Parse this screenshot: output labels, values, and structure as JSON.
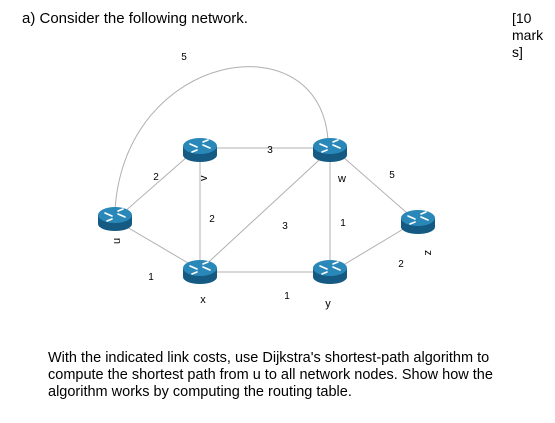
{
  "question": {
    "title": "a)  Consider the following network.",
    "marks": [
      "[10",
      "mark",
      "s]"
    ]
  },
  "network": {
    "nodes": [
      {
        "id": "u",
        "label": "u"
      },
      {
        "id": "v",
        "label": "v"
      },
      {
        "id": "w",
        "label": "w"
      },
      {
        "id": "x",
        "label": "x"
      },
      {
        "id": "y",
        "label": "y"
      },
      {
        "id": "z",
        "label": "z"
      }
    ],
    "links": [
      {
        "from": "u",
        "to": "w",
        "cost": "5"
      },
      {
        "from": "u",
        "to": "v",
        "cost": "2"
      },
      {
        "from": "u",
        "to": "x",
        "cost": "1"
      },
      {
        "from": "v",
        "to": "w",
        "cost": "3"
      },
      {
        "from": "v",
        "to": "x",
        "cost": "2"
      },
      {
        "from": "x",
        "to": "w",
        "cost": "3"
      },
      {
        "from": "w",
        "to": "y",
        "cost": "1"
      },
      {
        "from": "w",
        "to": "z",
        "cost": "5"
      },
      {
        "from": "x",
        "to": "y",
        "cost": "1"
      },
      {
        "from": "y",
        "to": "z",
        "cost": "2"
      }
    ],
    "router_color": "#1a6b96"
  },
  "instructions": "With the indicated link costs, use Dijkstra's shortest-path algorithm to compute the shortest path from u to all network nodes. Show how the algorithm works by computing the routing table."
}
